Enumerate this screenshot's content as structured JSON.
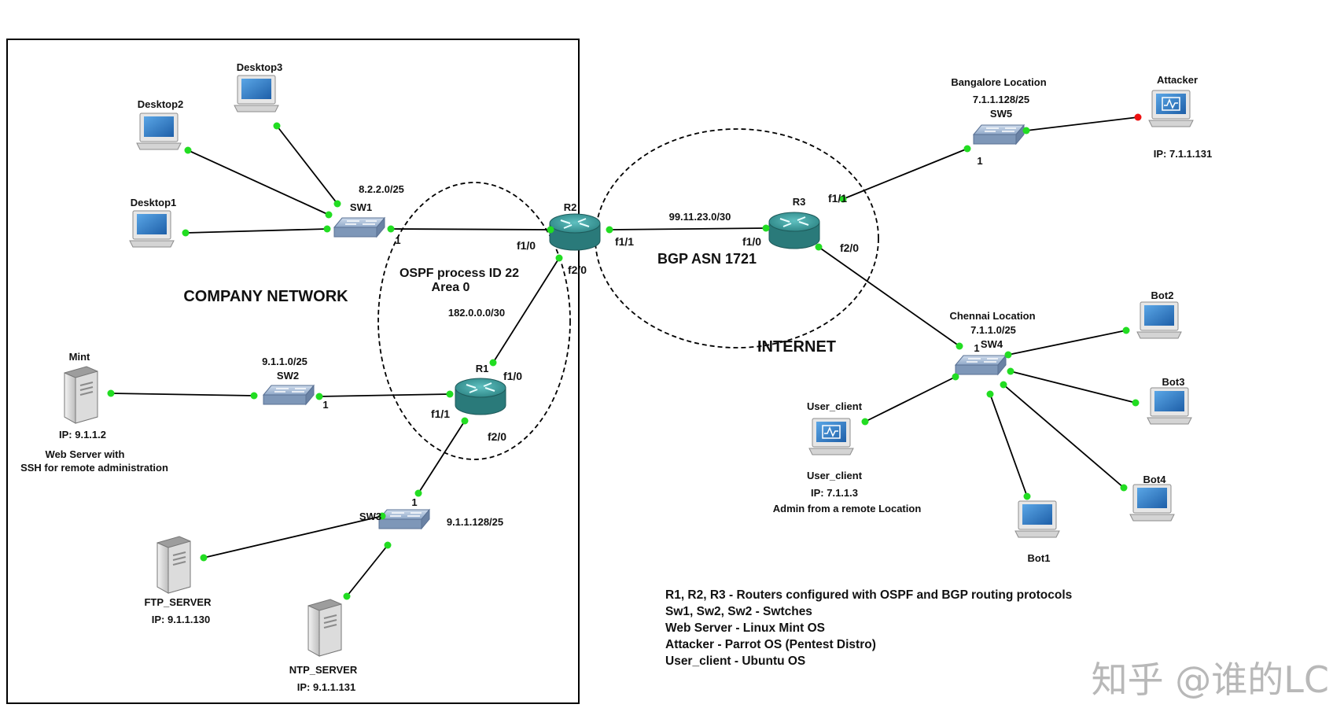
{
  "areas": {
    "company": "COMPANY NETWORK",
    "internet": "INTERNET",
    "ospf_line1": "OSPF process ID 22",
    "ospf_line2": "Area 0",
    "bgp": "BGP ASN 1721"
  },
  "subnets": {
    "sw1": "8.2.2.0/25",
    "r1r2": "182.0.0.0/30",
    "r2r3": "99.11.23.0/30",
    "sw2": "9.1.1.0/25",
    "sw3": "9.1.1.128/25",
    "bangalore_name": "Bangalore Location",
    "bangalore_net": "7.1.1.128/25",
    "chennai_name": "Chennai Location",
    "chennai_net": "7.1.1.0/25"
  },
  "devices": {
    "r1": "R1",
    "r2": "R2",
    "r3": "R3",
    "sw1": "SW1",
    "sw2": "SW2",
    "sw3": "SW3",
    "sw4": "SW4",
    "sw5": "SW5",
    "desktop1": "Desktop1",
    "desktop2": "Desktop2",
    "desktop3": "Desktop3",
    "mint": "Mint",
    "mint_ip": "IP: 9.1.1.2",
    "mint_desc1": "Web Server with",
    "mint_desc2": "SSH for remote administration",
    "ftp": "FTP_SERVER",
    "ftp_ip": "IP: 9.1.1.130",
    "ntp": "NTP_SERVER",
    "ntp_ip": "IP: 9.1.1.131",
    "attacker": "Attacker",
    "attacker_ip": "IP: 7.1.1.131",
    "user_client_top": "User_client",
    "user_client_bottom": "User_client",
    "user_client_ip": "IP: 7.1.1.3",
    "user_client_desc": "Admin from a remote Location",
    "bot1": "Bot1",
    "bot2": "Bot2",
    "bot3": "Bot3",
    "bot4": "Bot4"
  },
  "ports": {
    "sw1_p1": "1",
    "r2_f10": "f1/0",
    "r2_f20": "f2/0",
    "r2_f11": "f1/1",
    "r3_f10": "f1/0",
    "r3_f11": "f1/1",
    "r3_f20": "f2/0",
    "r1_f10": "f1/0",
    "r1_f11": "f1/1",
    "r1_f20": "f2/0",
    "sw2_p1": "1",
    "sw3_p1": "1",
    "sw5_p1": "1",
    "sw4_p1": "1"
  },
  "legend": [
    "R1, R2, R3 - Routers configured with OSPF and BGP routing protocols",
    "Sw1, Sw2, Sw2 - Swtches",
    "Web Server - Linux Mint OS",
    "Attacker - Parrot OS (Pentest Distro)",
    "User_client - Ubuntu OS"
  ],
  "watermark": "知乎 @谁的LC",
  "colors": {
    "link_up": "#22dd22",
    "link_down": "#ee1111",
    "router": "#3e9e9e",
    "switch": "#8aa4c4",
    "screen": "#2f7fc9"
  }
}
